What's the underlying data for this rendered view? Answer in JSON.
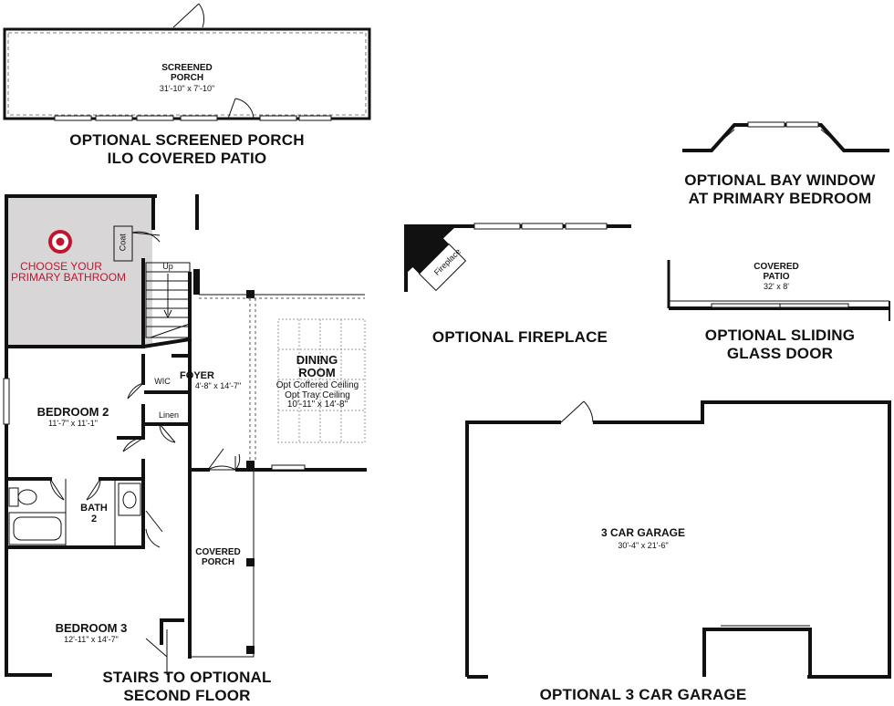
{
  "captions": {
    "screened_porch": [
      "OPTIONAL SCREENED PORCH",
      "ILO COVERED PATIO"
    ],
    "bay_window": [
      "OPTIONAL BAY WINDOW",
      "AT PRIMARY BEDROOM"
    ],
    "fireplace": "OPTIONAL FIREPLACE",
    "sliding_door": [
      "OPTIONAL SLIDING",
      "GLASS DOOR"
    ],
    "stairs": [
      "STAIRS TO OPTIONAL",
      "SECOND FLOOR"
    ],
    "garage": "OPTIONAL 3 CAR GARAGE"
  },
  "rooms": {
    "screened_porch": {
      "name": [
        "SCREENED",
        "PORCH"
      ],
      "dim": "31'-10\" x 7'-10\""
    },
    "covered_patio": {
      "name": [
        "COVERED",
        "PATIO"
      ],
      "dim": "32' x 8'"
    },
    "garage": {
      "name": "3 CAR GARAGE",
      "dim": "30'-4\" x 21'-6\""
    },
    "bedroom2": {
      "name": "BEDROOM 2",
      "dim": "11'-7\" x 11'-1\""
    },
    "bedroom3": {
      "name": "BEDROOM 3",
      "dim": "12'-11\" x 14'-7\""
    },
    "bath2": {
      "name": [
        "BATH",
        "2"
      ]
    },
    "foyer": {
      "name": "FOYER",
      "dim": "4'-8\" x 14'-7\""
    },
    "dining": {
      "name": [
        "DINING",
        "ROOM"
      ],
      "notes": [
        "Opt Coffered Ceiling",
        "Opt Tray Ceiling"
      ],
      "dim": "10'-11\" x 14'-8\""
    },
    "covered_porch": {
      "name": [
        "COVERED",
        "PORCH"
      ]
    }
  },
  "small_labels": {
    "coat": "Coat",
    "up": "Up",
    "wic": "WIC",
    "linen": "Linen",
    "fireplace": "Fireplace"
  },
  "primary_bath_note": [
    "CHOOSE YOUR",
    "PRIMARY BATHROOM"
  ],
  "colors": {
    "wall": "#111111",
    "highlight_fill": "#d8d6d7",
    "target_red": "#c0152f",
    "grid_line": "#aaaaaa"
  }
}
